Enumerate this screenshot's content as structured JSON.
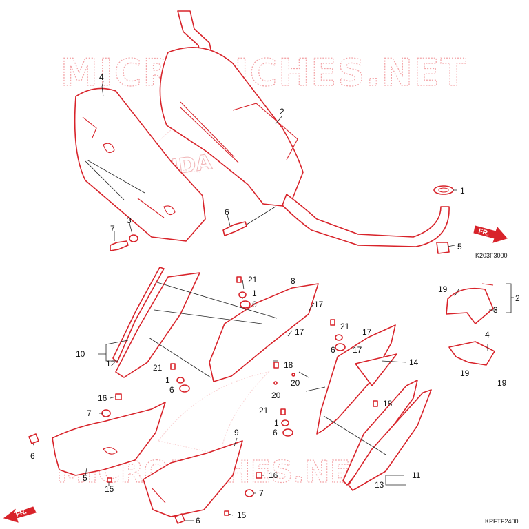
{
  "watermark": {
    "top": "MICROPICHES.NET",
    "bottom": "MICROPICHES.NET"
  },
  "brand_mark": "HONDA",
  "direction_labels": {
    "top": "FR.",
    "bottom": "FR."
  },
  "diagram_codes": {
    "upper": "K203F3000",
    "lower": "KPFTF2400"
  },
  "callouts": {
    "c4a": "4",
    "c2a": "2",
    "c1a": "1",
    "c5a": "5",
    "c6a": "6",
    "c3a": "3",
    "c7a": "7",
    "c19a": "19",
    "c2b": "2",
    "c3b": "3",
    "c4b": "4",
    "c19b": "19",
    "c19c": "19",
    "c21a": "21",
    "c1b": "1",
    "c6b": "6",
    "c8": "8",
    "c17a": "17",
    "c17b": "17",
    "c10": "10",
    "c12": "12",
    "c18a": "18",
    "c21b": "21",
    "c1c": "1",
    "c6c": "6",
    "c20a": "20",
    "c21c": "21",
    "c6d": "6",
    "c17c": "17",
    "c17d": "17",
    "c14": "14",
    "c20b": "20",
    "c18b": "18",
    "c21d": "21",
    "c1d": "1",
    "c6e": "6",
    "c16a": "16",
    "c7b": "7",
    "c6f": "6",
    "c5b": "5",
    "c15a": "15",
    "c9": "9",
    "c16b": "16",
    "c7c": "7",
    "c15b": "15",
    "c6g": "6",
    "c11": "11",
    "c13": "13"
  },
  "colors": {
    "line": "#d8232a",
    "watermark": "#f3a5a8",
    "text": "#111111"
  }
}
